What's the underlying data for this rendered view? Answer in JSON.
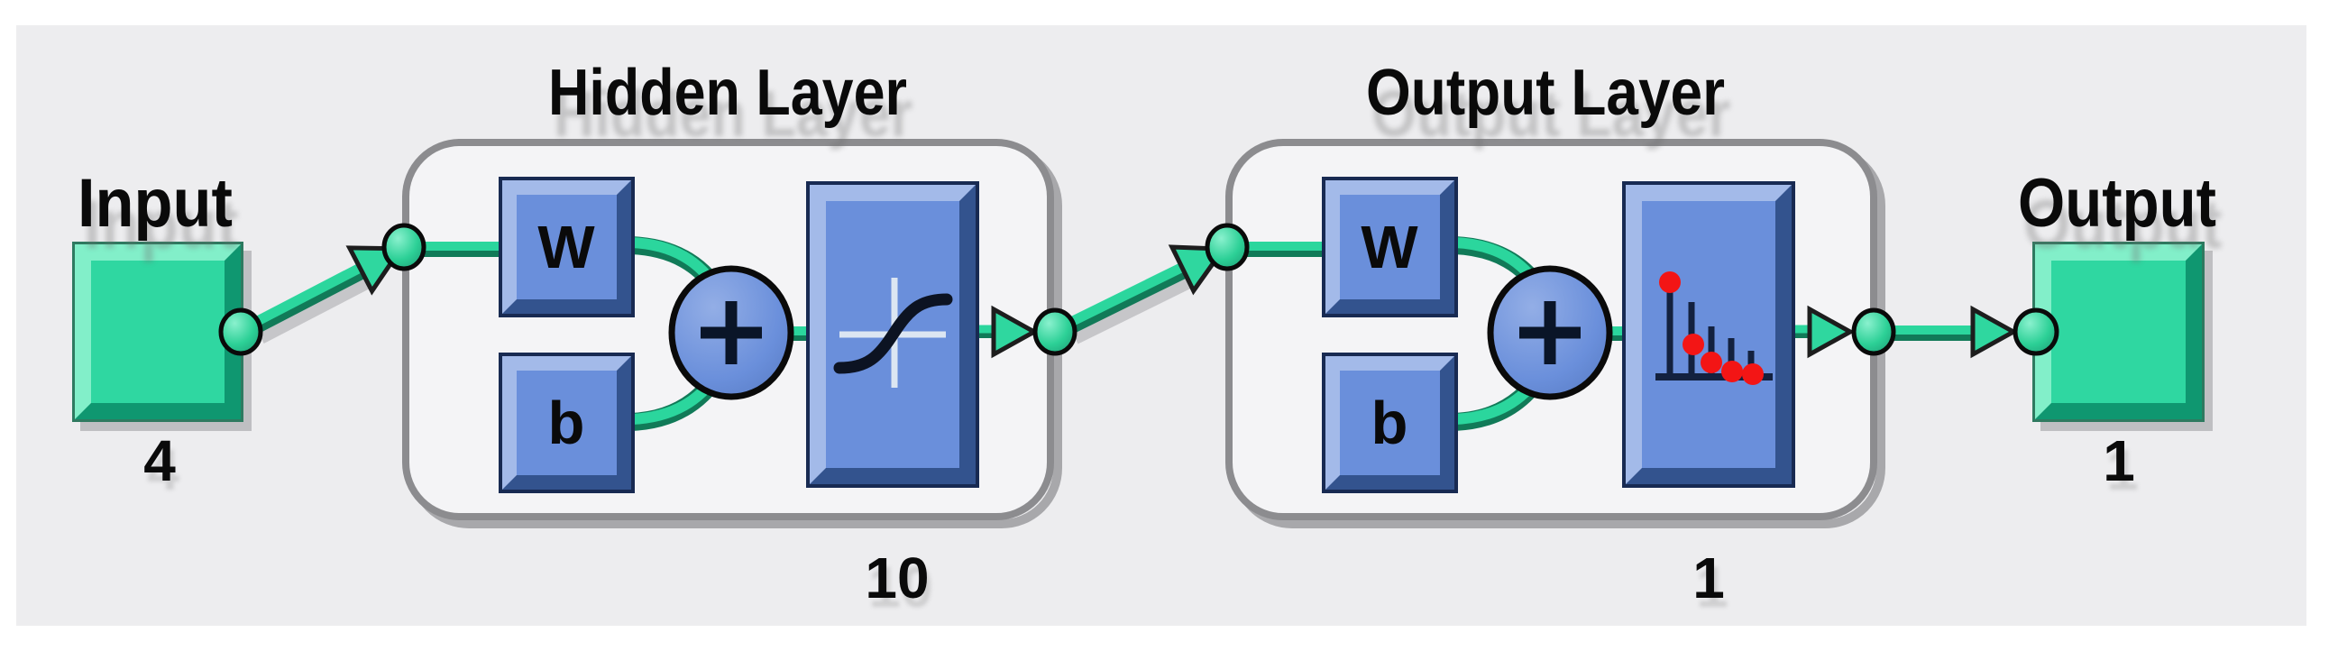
{
  "diagram": {
    "type": "neural-network-architecture",
    "input": {
      "label": "Input",
      "size": "4"
    },
    "layers": [
      {
        "title": "Hidden Layer",
        "weight_label": "W",
        "bias_label": "b",
        "sum_operator": "+",
        "transfer_function_icon": "tansig-sigmoid-curve-icon",
        "size": "10"
      },
      {
        "title": "Output Layer",
        "weight_label": "W",
        "bias_label": "b",
        "sum_operator": "+",
        "transfer_function_icon": "softmax-stem-plot-icon",
        "size": "1"
      }
    ],
    "output": {
      "label": "Output",
      "size": "1"
    },
    "colors": {
      "panel_background": "#ededef",
      "layer_box_fill": "#f4f4f6",
      "layer_box_border": "#8c8c8f",
      "green_block_face": "#2fd7a1",
      "green_block_light": "#82efc9",
      "green_block_dark": "#0f9770",
      "connector_green": "#2bd69d",
      "connector_green_dark": "#117a58",
      "blue_block_face": "#6a8fdb",
      "blue_block_light": "#a3bae9",
      "blue_block_dark": "#33538e",
      "blue_block_border": "#182a52",
      "stem_icon_red": "#f31515",
      "stem_icon_navy": "#13213f",
      "text_color": "#0a0a0a"
    }
  }
}
